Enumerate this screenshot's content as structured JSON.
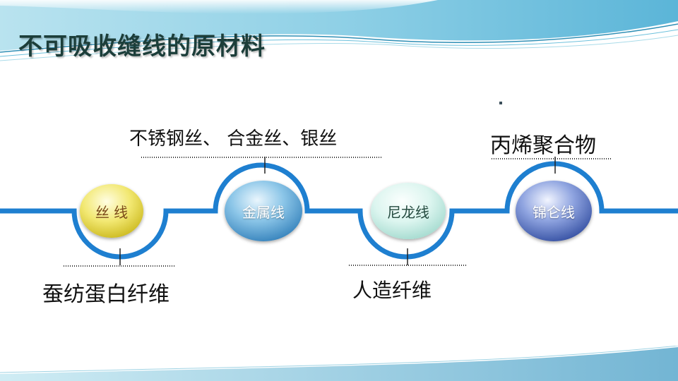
{
  "title": "不可吸收缝线的原材料",
  "nodes": [
    {
      "label": "丝 线",
      "caption": "蚕纺蛋白纤维"
    },
    {
      "label": "金属线",
      "caption": "不锈钢丝、 合金丝、银丝"
    },
    {
      "label": "尼龙线",
      "caption": "人造纤维"
    },
    {
      "label": "锦仑线",
      "caption": "丙烯聚合物"
    }
  ],
  "colors": {
    "title": "#1c3e3a",
    "timeline": "#1e7fd0",
    "silk_node": "#e8dd46",
    "metal_node": "#3d8fc4",
    "nylon_node": "#cdeee8",
    "polyamide_node": "#3e5fb0"
  }
}
